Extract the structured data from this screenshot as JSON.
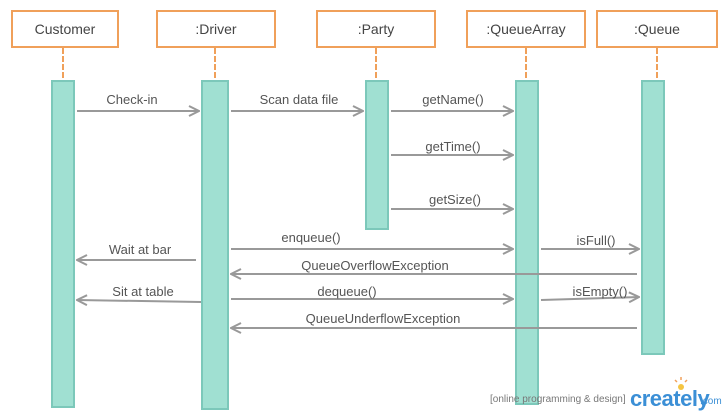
{
  "lifelines": [
    {
      "id": "customer",
      "label": "Customer"
    },
    {
      "id": "driver",
      "label": ":Driver"
    },
    {
      "id": "party",
      "label": ":Party"
    },
    {
      "id": "queuearray",
      "label": ":QueueArray"
    },
    {
      "id": "queue",
      "label": ":Queue"
    }
  ],
  "messages": [
    {
      "id": "checkin",
      "label": "Check-in",
      "from": "customer",
      "to": "driver",
      "kind": "call"
    },
    {
      "id": "scan",
      "label": "Scan data file",
      "from": "driver",
      "to": "party",
      "kind": "call"
    },
    {
      "id": "getname",
      "label": "getName()",
      "from": "party",
      "to": "queuearray",
      "kind": "call"
    },
    {
      "id": "gettime",
      "label": "getTime()",
      "from": "party",
      "to": "queuearray",
      "kind": "call"
    },
    {
      "id": "getsize",
      "label": "getSize()",
      "from": "party",
      "to": "queuearray",
      "kind": "call"
    },
    {
      "id": "enqueue",
      "label": "enqueue()",
      "from": "driver",
      "to": "queuearray",
      "kind": "call"
    },
    {
      "id": "isfull",
      "label": "isFull()",
      "from": "queuearray",
      "to": "queue",
      "kind": "call"
    },
    {
      "id": "waitbar",
      "label": "Wait at bar",
      "from": "driver",
      "to": "customer",
      "kind": "return"
    },
    {
      "id": "overflow",
      "label": "QueueOverflowException",
      "from": "queue",
      "to": "driver",
      "kind": "return"
    },
    {
      "id": "sittable",
      "label": "Sit at table",
      "from": "driver",
      "to": "customer",
      "kind": "return"
    },
    {
      "id": "dequeue",
      "label": "dequeue()",
      "from": "driver",
      "to": "queuearray",
      "kind": "call"
    },
    {
      "id": "isempty",
      "label": "isEmpty()",
      "from": "queuearray",
      "to": "queue",
      "kind": "call"
    },
    {
      "id": "underflow",
      "label": "QueueUnderflowException",
      "from": "queue",
      "to": "driver",
      "kind": "return"
    }
  ],
  "footer": {
    "caption": "[online programming & design]",
    "brand": "creately",
    "brand_suffix": ".com"
  }
}
